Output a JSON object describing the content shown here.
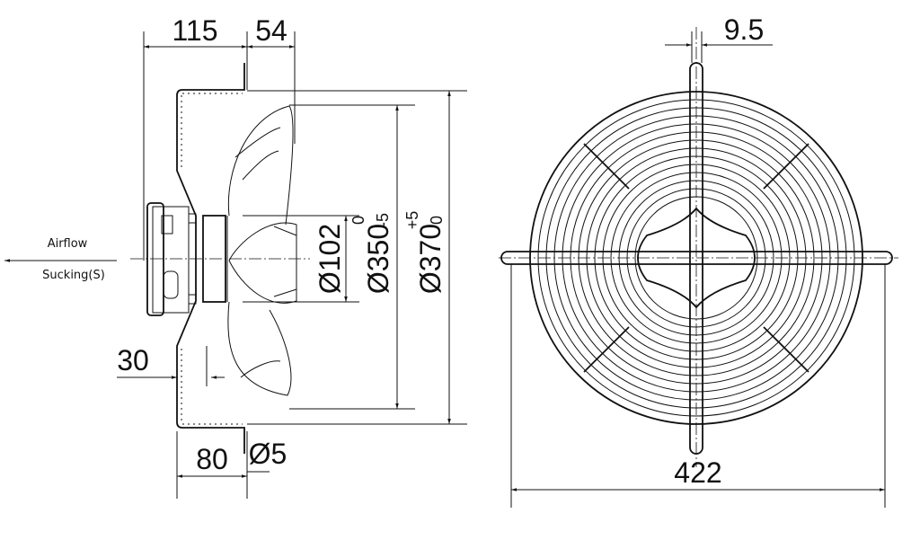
{
  "airflow": {
    "label": "Airflow",
    "mode": "Sucking(S)"
  },
  "dimensions": {
    "d115": "115",
    "d54": "54",
    "d9_5": "9.5",
    "d30": "30",
    "d80": "80",
    "hole": "Ø5",
    "d422": "422",
    "dia102": "Ø102",
    "dia350": {
      "value": "Ø350",
      "upper": "0",
      "lower": "-5"
    },
    "dia370": {
      "value": "Ø370",
      "upper": "+5",
      "lower": "0"
    }
  }
}
